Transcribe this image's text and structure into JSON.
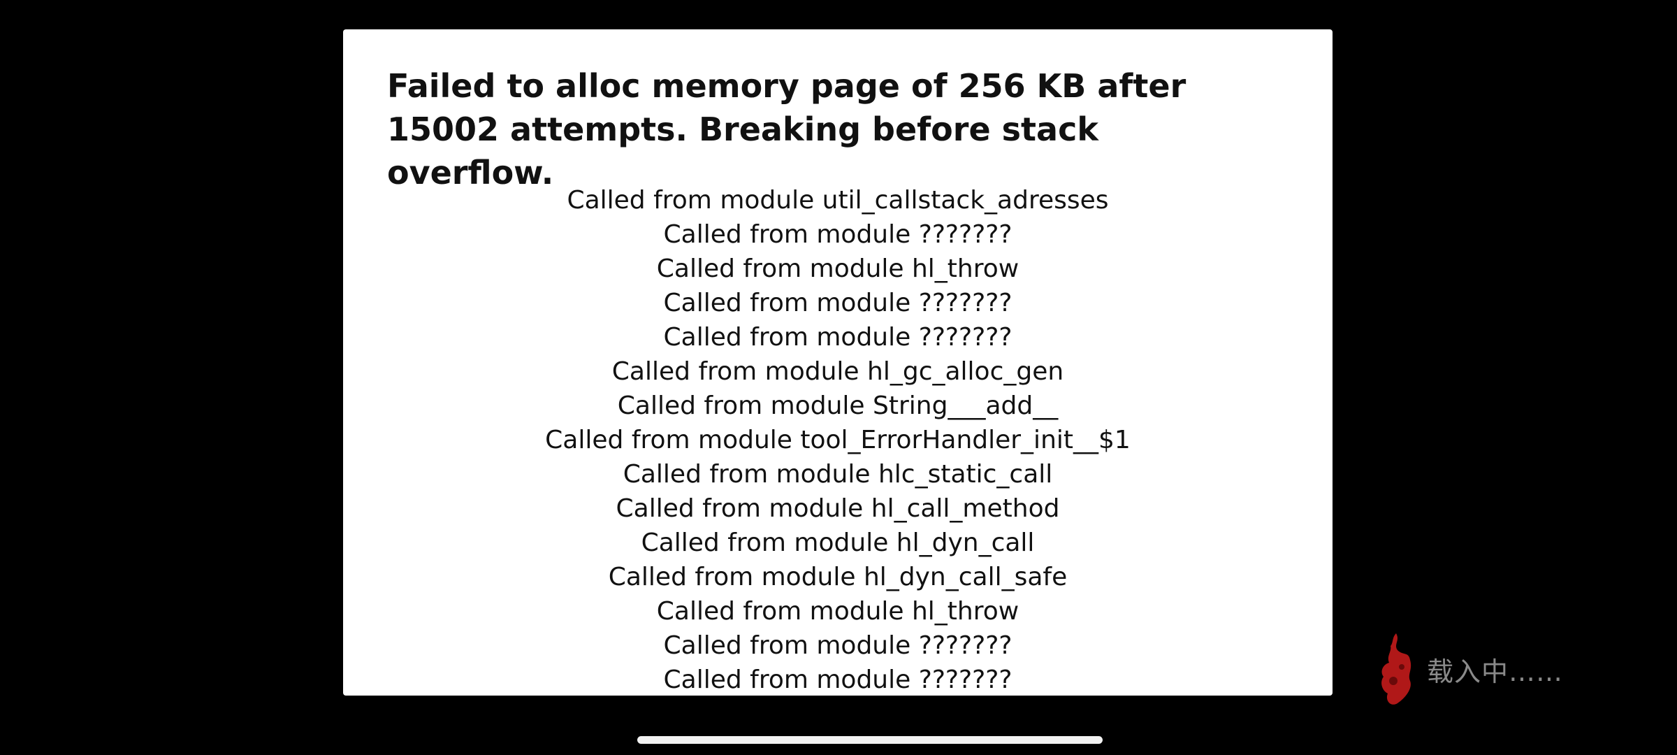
{
  "dialog": {
    "title": "Failed to alloc memory page of 256 KB after 15002 attempts. Breaking before stack overflow.",
    "callstack": [
      "Called from module util_callstack_adresses",
      "Called from module ???????",
      "Called from module hl_throw",
      "Called from module ???????",
      "Called from module ???????",
      "Called from module hl_gc_alloc_gen",
      "Called from module String___add__",
      "Called from module tool_ErrorHandler_init__$1",
      "Called from module hlc_static_call",
      "Called from module hl_call_method",
      "Called from module hl_dyn_call",
      "Called from module hl_dyn_call_safe",
      "Called from module hl_throw",
      "Called from module ???????",
      "Called from module ???????"
    ]
  },
  "loading": {
    "text": "载入中……",
    "icon": "red-flame-icon",
    "icon_color": "#b01818"
  },
  "home_indicator": {
    "color": "#f2f2f2"
  }
}
